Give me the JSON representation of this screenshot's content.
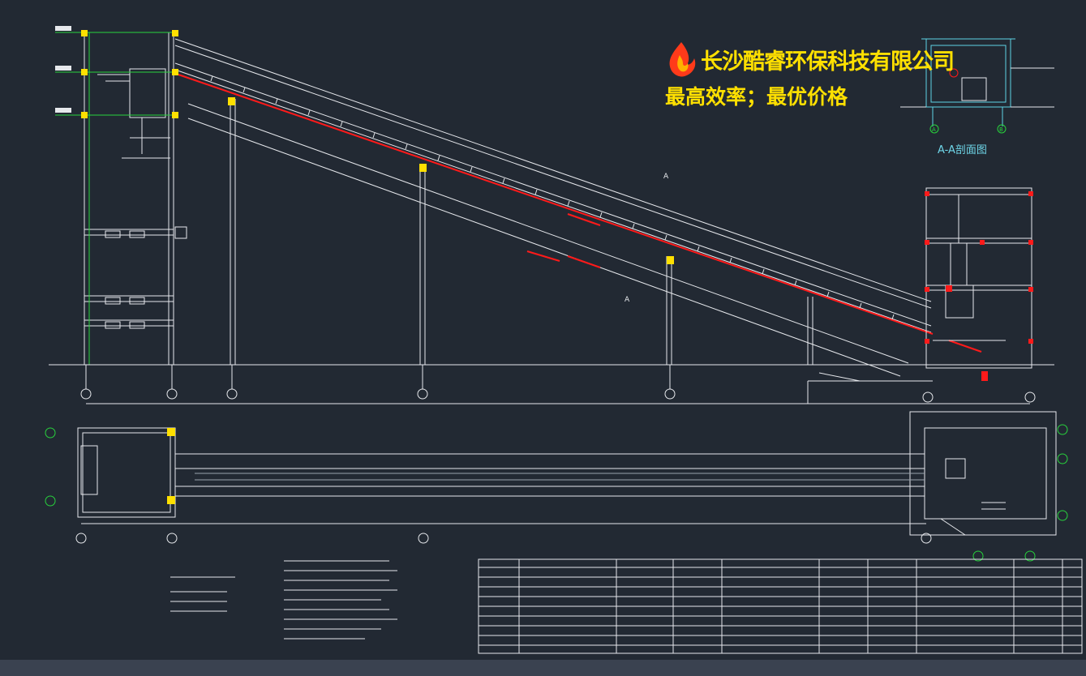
{
  "company": {
    "name": "长沙酷睿环保科技有限公司",
    "slogan": "最高效率；最优价格",
    "logo_icon": "flame-logo-icon"
  },
  "section_view": {
    "title": "A-A剖面图",
    "grid_labels": [
      "A",
      "B"
    ]
  },
  "elevation": {
    "section_marks": [
      "A",
      "A"
    ]
  },
  "colors": {
    "background": "#222933",
    "line_white": "#e6e8ec",
    "accent_red": "#ff1a1a",
    "accent_green": "#28d23c",
    "accent_yellow": "#ffe000",
    "accent_cyan": "#5fd4e6"
  }
}
